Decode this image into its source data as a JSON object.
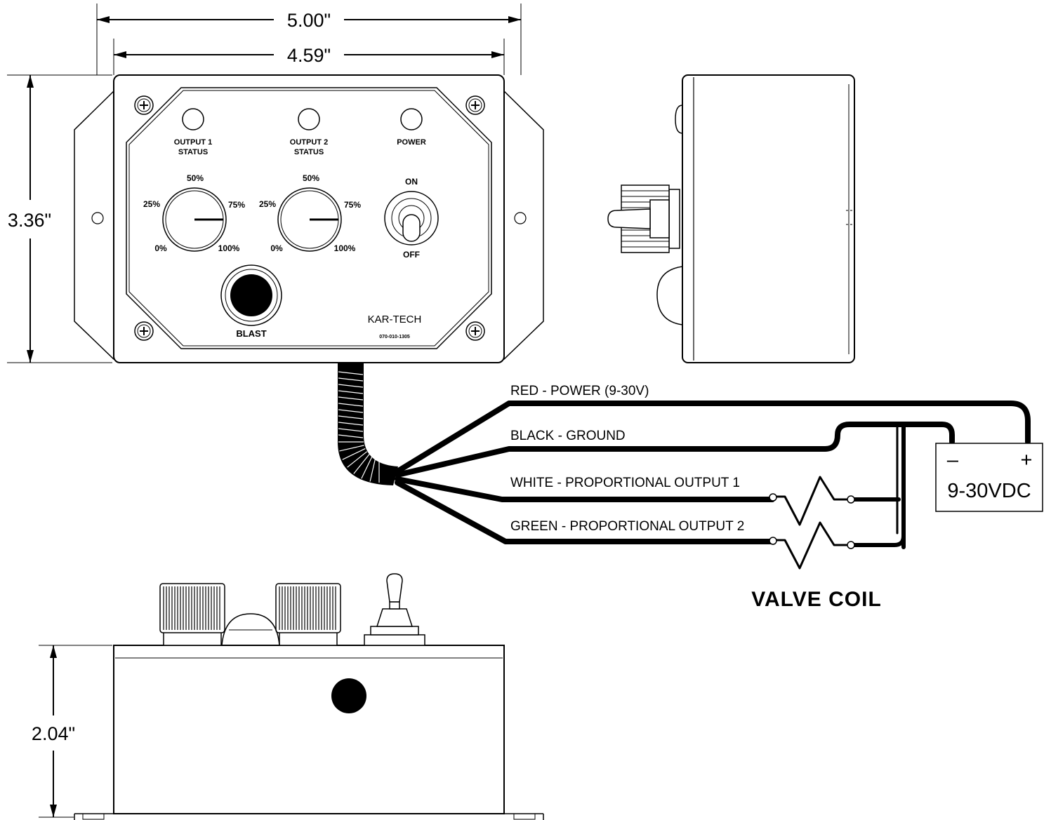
{
  "dimensions": {
    "overall_width": "5.00\"",
    "panel_width": "4.59\"",
    "height": "3.36\"",
    "depth": "2.04\""
  },
  "panel": {
    "indicators": [
      {
        "label_line1": "OUTPUT 1",
        "label_line2": "STATUS"
      },
      {
        "label_line1": "OUTPUT 2",
        "label_line2": "STATUS"
      },
      {
        "label_line1": "POWER",
        "label_line2": ""
      }
    ],
    "dial_1": {
      "p0": "0%",
      "p25": "25%",
      "p50": "50%",
      "p75": "75%",
      "p100": "100%"
    },
    "dial_2": {
      "p0": "0%",
      "p25": "25%",
      "p50": "50%",
      "p75": "75%",
      "p100": "100%"
    },
    "toggle": {
      "on": "ON",
      "off": "OFF"
    },
    "blast_label": "BLAST",
    "brand": "KAR-TECH",
    "part_number": "070-010-1305"
  },
  "wiring": {
    "wires": [
      {
        "label": "RED - POWER (9-30V)",
        "color": "#000000"
      },
      {
        "label": "BLACK - GROUND",
        "color": "#000000"
      },
      {
        "label": "WHITE - PROPORTIONAL OUTPUT 1",
        "color": "#000000"
      },
      {
        "label": "GREEN - PROPORTIONAL OUTPUT 2",
        "color": "#000000"
      }
    ],
    "supply": {
      "minus": "–",
      "plus": "+",
      "voltage": "9-30VDC"
    },
    "coil_label": "VALVE COIL"
  }
}
